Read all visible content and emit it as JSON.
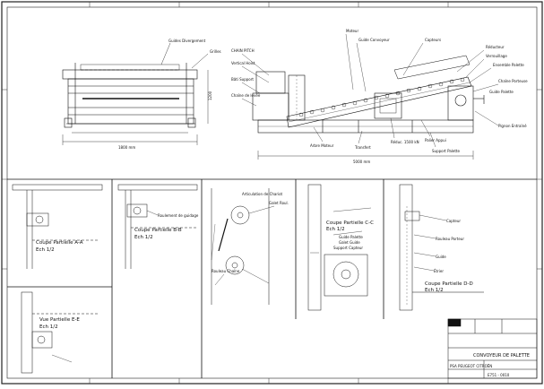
{
  "top_view": {
    "callouts_left": [
      "Guides Divergement",
      "Grilles"
    ],
    "callouts_mid": [
      "CHAIN PITCH",
      "Vertical Hoist",
      "Bâti Support",
      "Chaîne de levée"
    ],
    "callouts_right": [
      "Moteur",
      "Guide Convoyeur",
      "Capteurs",
      "Réducteur",
      "Verrouillage",
      "Ensemble Palette",
      "Chaîne Porteuse",
      "Pignon Entraîné",
      "Guide Palette"
    ],
    "callouts_bottom": [
      "Arbre Moteur",
      "Transfert",
      "Réduc. 1500 kN",
      "Palier Appui",
      "Support Palette"
    ],
    "dim_left_width": "1800 mm",
    "dim_right_width": "5000 mm",
    "dim_height": "1200"
  },
  "detail_views": [
    {
      "title": "Coupe Partielle A-A",
      "scale": "Ech 1/2"
    },
    {
      "title": "Coupe Partielle B-B",
      "scale": "Ech 1/2",
      "callout": "Roulement de guidage"
    },
    {
      "title": "Vue de Détail",
      "callouts": [
        "Articulation de Chariot",
        "Galet Roul.",
        "Rouleau Chaîne"
      ]
    },
    {
      "title": "Coupe Partielle C-C",
      "scale": "Ech 1/2",
      "callouts": [
        "Guide Palette",
        "Galet Guide",
        "Support Capteur"
      ]
    },
    {
      "title": "Coupe Partielle D-D",
      "scale": "Ech 1/2",
      "callouts": [
        "Capteur",
        "Rouleau Porteur",
        "Guide",
        "Étrier"
      ]
    }
  ],
  "bottom_left_view": {
    "title": "Vue Partielle E-E",
    "scale": "Ech 1/2"
  },
  "title_block": {
    "title": "CONVOYEUR DE PALETTE",
    "client": "PSA PEUGEOT CITROËN",
    "drawing_no": "E751 - 0010"
  }
}
